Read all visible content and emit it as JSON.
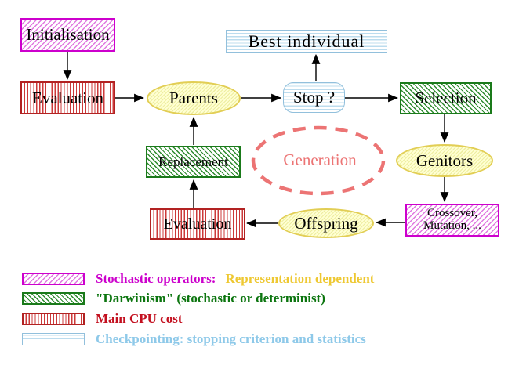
{
  "nodes": {
    "initialisation": {
      "label": "Initialisation"
    },
    "evaluation_top": {
      "label": "Evaluation"
    },
    "parents": {
      "label": "Parents"
    },
    "best_individual": {
      "label": "Best individual"
    },
    "stop": {
      "label": "Stop ?"
    },
    "selection": {
      "label": "Selection"
    },
    "genitors": {
      "label": "Genitors"
    },
    "crossover_mutation": {
      "line1": "Crossover,",
      "line2": "Mutation, ..."
    },
    "offspring": {
      "label": "Offspring"
    },
    "evaluation_bottom": {
      "label": "Evaluation"
    },
    "replacement": {
      "label": "Replacement"
    },
    "generation": {
      "label": "Generation"
    }
  },
  "legend": {
    "items": [
      {
        "swatch": "magenta-diagonal-hatch",
        "primary": "Stochastic operators:",
        "secondary": "Representation dependent",
        "primary_color": "#cc00cc",
        "secondary_color": "#eec832"
      },
      {
        "swatch": "green-diagonal-hatch",
        "primary": "\"Darwinism\" (stochastic or determinist)",
        "primary_color": "#0c750f"
      },
      {
        "swatch": "red-vertical-stripes",
        "primary": "Main CPU cost",
        "primary_color": "#c3101f"
      },
      {
        "swatch": "cyan-horizontal-stripes",
        "primary": "Checkpointing: stopping criterion and statistics",
        "primary_color": "#8ec9e9"
      }
    ]
  },
  "colors": {
    "magenta_border": "#cd00cd",
    "magenta_hatch": "#e078e0",
    "green_border": "#1a7a1a",
    "green_hatch": "#2e8b2e",
    "red_border": "#b22222",
    "red_hatch": "#cc3a3a",
    "cyan_border": "#92c0dc",
    "cyan_hatch": "#bcdcee",
    "yellow_border": "#e2ce55",
    "yellow_fill": "#ffffd2",
    "yellow_hatch": "#ededa0",
    "generation_dashed": "#ec7474",
    "arrow": "#000000",
    "node_text": "#000000"
  }
}
